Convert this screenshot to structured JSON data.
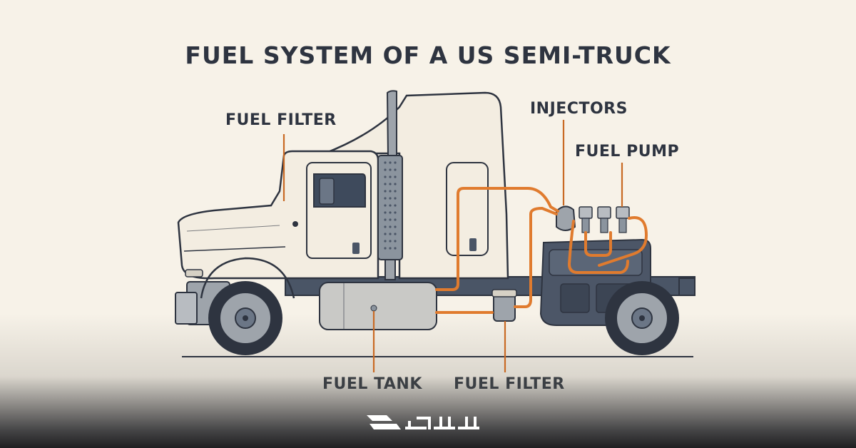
{
  "title": "FUEL SYSTEM OF A US SEMI-TRUCK",
  "labels": {
    "fuel_filter_top": "FUEL FILTER",
    "injectors": "INJECTORS",
    "fuel_pump": "FUEL PUMP",
    "fuel_tank": "FUEL TANK",
    "fuel_filter_bottom": "FUEL FILTER"
  },
  "colors": {
    "fuel_line": "#e07b2e",
    "cab_body": "#f3ede1",
    "chassis": "#4a5566",
    "outline": "#2e3440",
    "tank": "#c9c9c6"
  },
  "logo": {
    "icon": "brand-logo-mark"
  }
}
